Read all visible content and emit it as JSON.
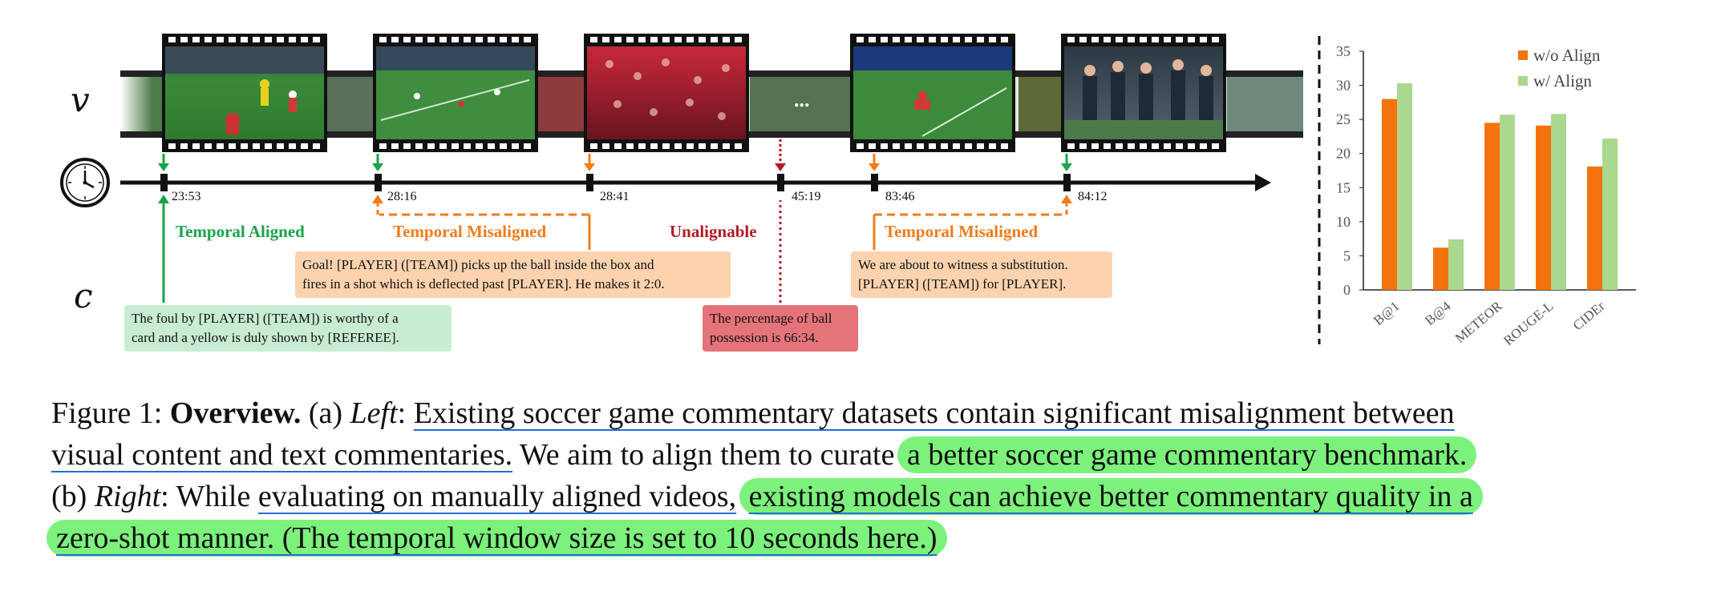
{
  "figure": {
    "row_labels": {
      "video": "v",
      "caption": "c"
    },
    "timestamps": [
      "23:53",
      "28:16",
      "28:41",
      "45:19",
      "83:46",
      "84:12"
    ],
    "ellipsis": "...",
    "annotations": {
      "aligned": "Temporal Aligned",
      "misaligned_1": "Temporal Misaligned",
      "unalignable": "Unalignable",
      "misaligned_2": "Temporal Misaligned"
    },
    "commentaries": {
      "foul": [
        "The foul by [PLAYER] ([TEAM]) is worthy of a",
        "card and a yellow is duly shown by [REFEREE]."
      ],
      "goal": [
        "Goal! [PLAYER] ([TEAM]) picks up the ball inside the box and",
        "fires in a shot which is deflected past [PLAYER]. He makes it 2:0."
      ],
      "possession": [
        "The percentage of ball",
        "possession is 66:34."
      ],
      "substitution": [
        "We are about to witness a substitution.",
        "[PLAYER] ([TEAM]) for [PLAYER]."
      ]
    },
    "colors": {
      "green": "#1aa34a",
      "orange": "#f07c1a",
      "red": "#b31b28",
      "green_box": "#c8ecd2",
      "orange_box": "#fcd3ae",
      "red_box": "#e5737a"
    }
  },
  "chart_data": {
    "type": "bar",
    "categories": [
      "B@1",
      "B@4",
      "METEOR",
      "ROUGE-L",
      "CIDEr"
    ],
    "series": [
      {
        "name": "w/o Align",
        "values": [
          28.0,
          6.2,
          24.5,
          24.1,
          18.1
        ],
        "color": "#f5730d"
      },
      {
        "name": "w/ Align",
        "values": [
          30.3,
          7.4,
          25.7,
          25.8,
          22.2
        ],
        "color": "#a9d88e"
      }
    ],
    "ylim": [
      0,
      35
    ],
    "yticks": [
      0,
      5,
      10,
      15,
      20,
      25,
      30,
      35
    ],
    "grid": false,
    "legend": "top-right"
  },
  "caption": {
    "label": "Figure 1:",
    "title": "Overview.",
    "a_marker": "(a)",
    "left_word": "Left",
    "left_sep": ":",
    "left_ul_1": "Existing soccer game commentary datasets contain significant misalignment between",
    "left_ul_2": "visual content and text commentaries.",
    "aim_text": " We aim to align them to curate ",
    "aim_hl": "a better soccer game commentary benchmark.",
    "b_marker": "(b)",
    "right_word": "Right",
    "right_text_1": ": While ",
    "right_ul": "evaluating on manually aligned videos,",
    "right_hl_1": "existing models can achieve better commentary quality in a",
    "right_hl_2": "zero-shot manner. (The temporal window size is set to 10 seconds here.)"
  }
}
